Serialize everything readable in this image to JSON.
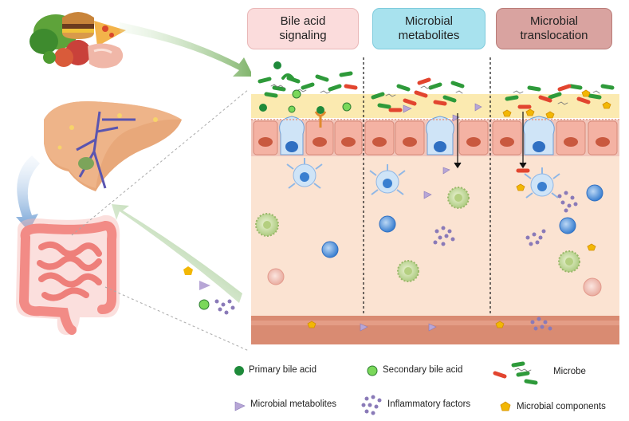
{
  "headers": [
    {
      "label": "Bile acid\nsignaling",
      "color": "#fbdcdc",
      "border": "#e9b7b7"
    },
    {
      "label": "Microbial\nmetabolites",
      "color": "#a8e2ee",
      "border": "#7fcbdc"
    },
    {
      "label": "Microbial\ntranslocation",
      "color": "#d9a3a0",
      "border": "#b97c78"
    }
  ],
  "legend": {
    "primary_bile_acid": "Primary bile acid",
    "secondary_bile_acid": "Secondary bile acid",
    "microbe": "Microbe",
    "microbial_metabolites": "Microbial metabolites",
    "inflammatory_factors": "Inflammatory factors",
    "microbial_components": "Microbial components"
  },
  "colors": {
    "primary_bile_acid": "#1e8a3a",
    "secondary_bile_acid": "#7ad85a",
    "microbe_green": "#2e9a3a",
    "microbe_red": "#e2452f",
    "metabolite": "#b7a6d6",
    "inflammatory": "#8a7ab8",
    "component": "#f2b705",
    "tissue": "#fbe3d2",
    "mucus": "#fbeab0",
    "muscle": "#d98b72"
  },
  "icons": [
    "food-icon",
    "liver-icon",
    "intestine-icon"
  ]
}
